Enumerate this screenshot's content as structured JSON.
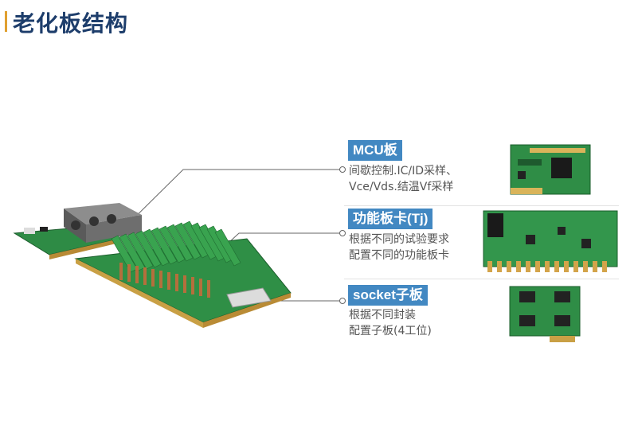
{
  "header": {
    "title": "老化板结构",
    "accent_color": "#e0a030",
    "title_color": "#1d3d6b"
  },
  "callouts": [
    {
      "label": "MCU板",
      "lines": [
        "间歇控制.IC/ID采样、",
        "Vce/Vds.结温Vf采样"
      ],
      "thumbnail": "mcu-board"
    },
    {
      "label": "功能板卡(Tj)",
      "lines": [
        "根据不同的试验要求",
        "配置不同的功能板卡"
      ],
      "thumbnail": "function-card"
    },
    {
      "label": "socket子板",
      "lines": [
        "根据不同封装",
        "配置子板(4工位)"
      ],
      "thumbnail": "socket-board"
    }
  ],
  "colors": {
    "badge": "#4288c2",
    "pcb_green": "#2f8f46",
    "gold": "#c79a3a",
    "heatsink": "#6c6c6c"
  }
}
